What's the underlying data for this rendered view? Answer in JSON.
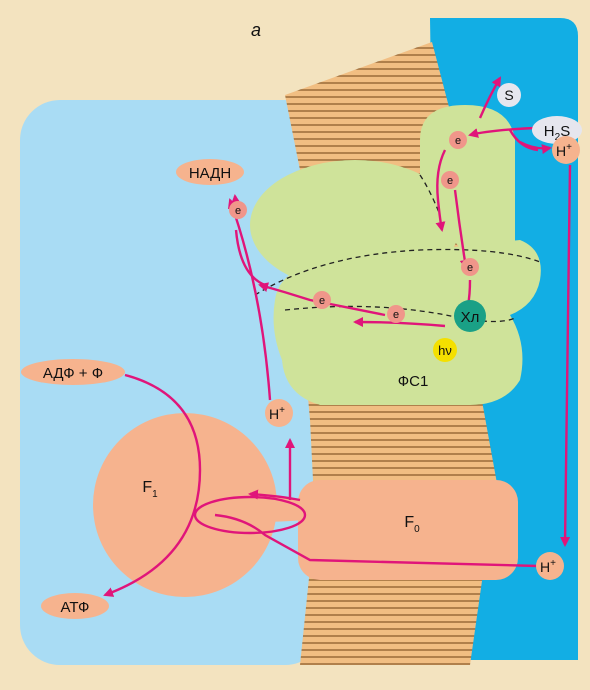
{
  "figure_label": "а",
  "labels": {
    "sulfur": "S",
    "h2s_main": "H",
    "h2s_sub": "2",
    "h2s_tail": "S",
    "proton_top_main": "H",
    "proton_top_sup": "+",
    "proton_mid_main": "H",
    "proton_mid_sup": "+",
    "proton_bottom_main": "H",
    "proton_bottom_sup": "+",
    "nadh": "НАДН",
    "adp": "АДФ + Ф",
    "atp": "АТФ",
    "chlorophyll": "Хл",
    "photon": "hν",
    "photosystem": "ФС1",
    "f1_main": "F",
    "f1_sub": "1",
    "f0_main": "F",
    "f0_sub": "0",
    "electron": "e"
  },
  "colors": {
    "background": "#f3e3bf",
    "left_compartment": "#a9dcf4",
    "right_compartment": "#12aee4",
    "membrane": "#f1be82",
    "membrane_stripes": "#8a5a2a",
    "photosystem": "#cfe39a",
    "atp_synthase": "#f6b38e",
    "arrows": "#e0157a",
    "electron_dot": "#f0968a",
    "chlorophyll": "#1aa086",
    "photon": "#f4e000",
    "pill": "#f6b38e",
    "h2s_pill": "#e6e6ee"
  }
}
